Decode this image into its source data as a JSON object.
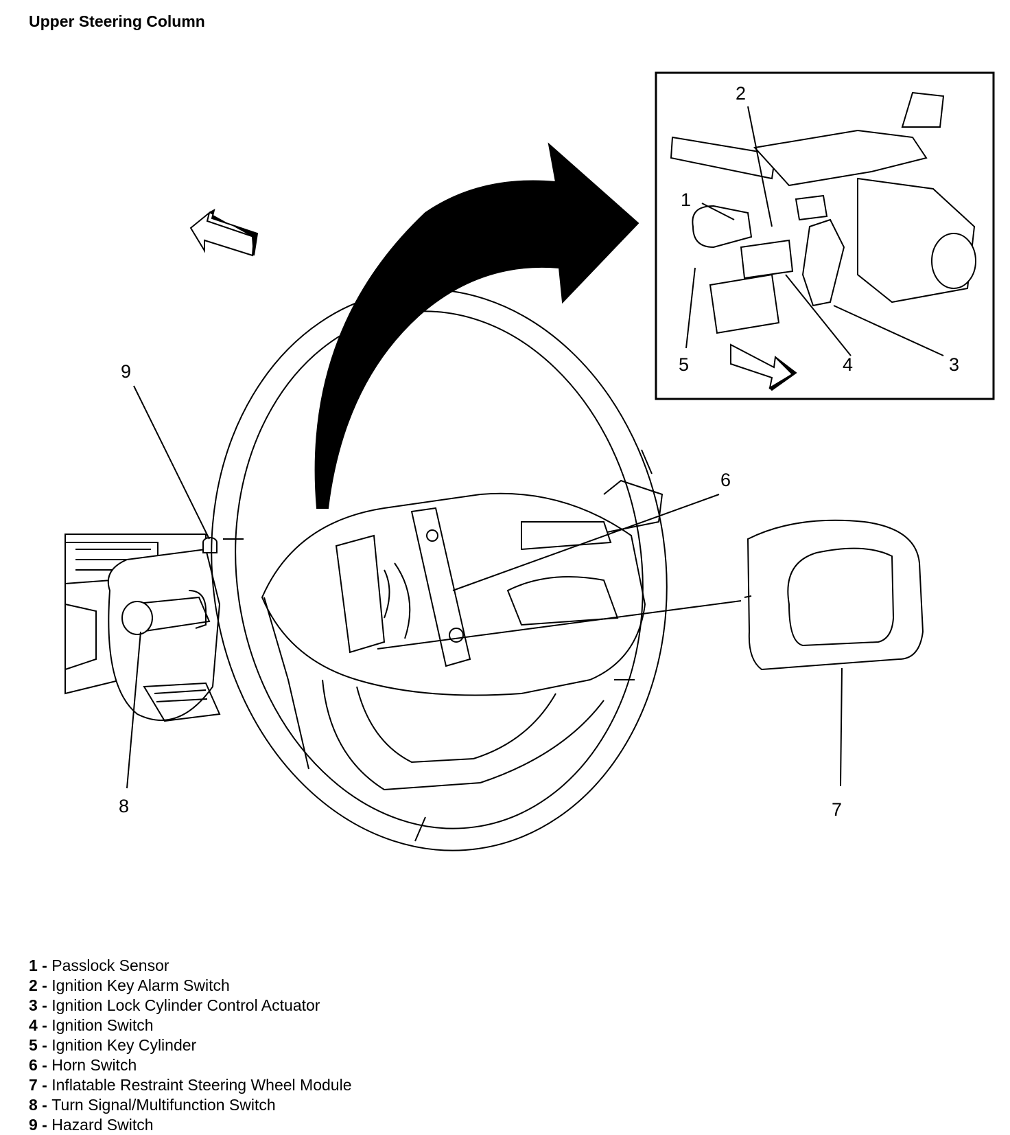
{
  "title": "Upper Steering Column",
  "callouts": {
    "c1": "1",
    "c2": "2",
    "c3": "3",
    "c4": "4",
    "c5": "5",
    "c6": "6",
    "c7": "7",
    "c8": "8",
    "c9": "9"
  },
  "legend": [
    {
      "num": "1",
      "sep": " - ",
      "text": "Passlock Sensor"
    },
    {
      "num": "2",
      "sep": " - ",
      "text": "Ignition Key Alarm Switch"
    },
    {
      "num": "3",
      "sep": " - ",
      "text": "Ignition Lock Cylinder Control Actuator"
    },
    {
      "num": "4",
      "sep": " - ",
      "text": "Ignition Switch"
    },
    {
      "num": "5",
      "sep": " - ",
      "text": "Ignition Key Cylinder"
    },
    {
      "num": "6",
      "sep": " - ",
      "text": "Horn Switch"
    },
    {
      "num": "7",
      "sep": " - ",
      "text": "Inflatable Restraint Steering Wheel Module"
    },
    {
      "num": "8",
      "sep": " - ",
      "text": "Turn Signal/Multifunction Switch"
    },
    {
      "num": "9",
      "sep": " - ",
      "text": "Hazard Switch"
    }
  ]
}
